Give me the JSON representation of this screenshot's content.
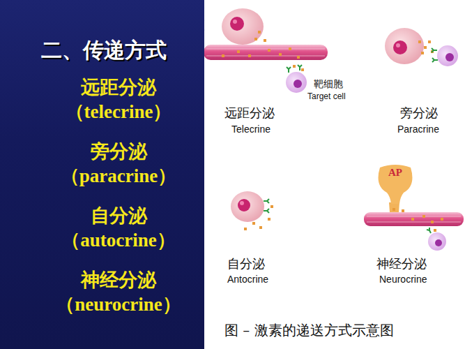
{
  "diagram": {
    "title": "二、传递方式",
    "caption": "图 – 激素的递送方式示意图",
    "nodes": [
      {
        "text": [
          "远距分泌 （telecrine）",
          "旁分泌 （paracrine）",
          "自分泌 （autocrine）",
          "神经分泌 （neurocrine）"
        ]
      },
      {
        "text": [
          "AP"
        ]
      }
    ],
    "labels": [
      "靶细胞",
      "Target cell",
      "远距分泌",
      "Telecrine",
      "旁分泌",
      "Paracrine",
      "自分泌",
      "Antocrine",
      "神经分泌",
      "Neurocrine"
    ]
  }
}
